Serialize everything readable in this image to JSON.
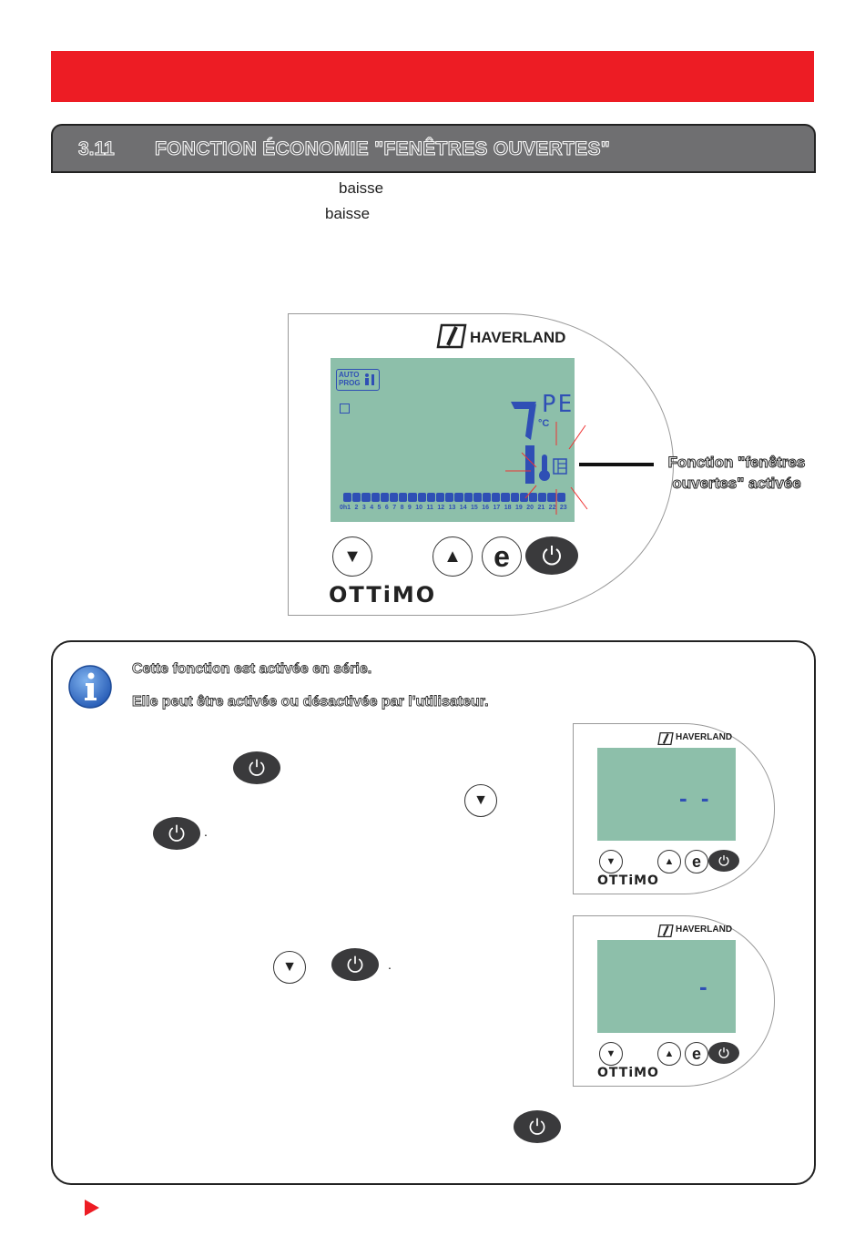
{
  "header": {
    "section_number": "3.11",
    "section_title": "FONCTION ÉCONOMIE \"FENÊTRES OUVERTES\""
  },
  "intro": {
    "line1_word": "baisse",
    "line2_word": "baisse"
  },
  "device": {
    "brand": "HAVERLAND",
    "model": "OTTiMO",
    "lcd": {
      "mode_line1": "AUTO",
      "mode_line2": "PROG",
      "temperature_digit": "7",
      "code": "PE",
      "unit": "°C",
      "hours": [
        "0h1",
        "2",
        "3",
        "4",
        "5",
        "6",
        "7",
        "8",
        "9",
        "10",
        "11",
        "12",
        "13",
        "14",
        "15",
        "16",
        "17",
        "18",
        "19",
        "20",
        "21",
        "22",
        "23"
      ],
      "segment_count": 24
    }
  },
  "callout": {
    "line1": "Fonction \"fenêtres",
    "line2": "ouvertes\" activée"
  },
  "info": {
    "line1": "Cette fonction est activée en série.",
    "line2": "Elle peut être activée ou désactivée par l'utilisateur.",
    "period": "."
  },
  "mini_displays": [
    {
      "brand": "HAVERLAND",
      "model": "OTTiMO",
      "reading": "- -"
    },
    {
      "brand": "HAVERLAND",
      "model": "OTTiMO",
      "reading": "-"
    }
  ],
  "colors": {
    "accent_red": "#ed1c24",
    "section_gray": "#6f6f71",
    "lcd_green": "#8dbfaa",
    "lcd_blue": "#2f4fb5"
  }
}
